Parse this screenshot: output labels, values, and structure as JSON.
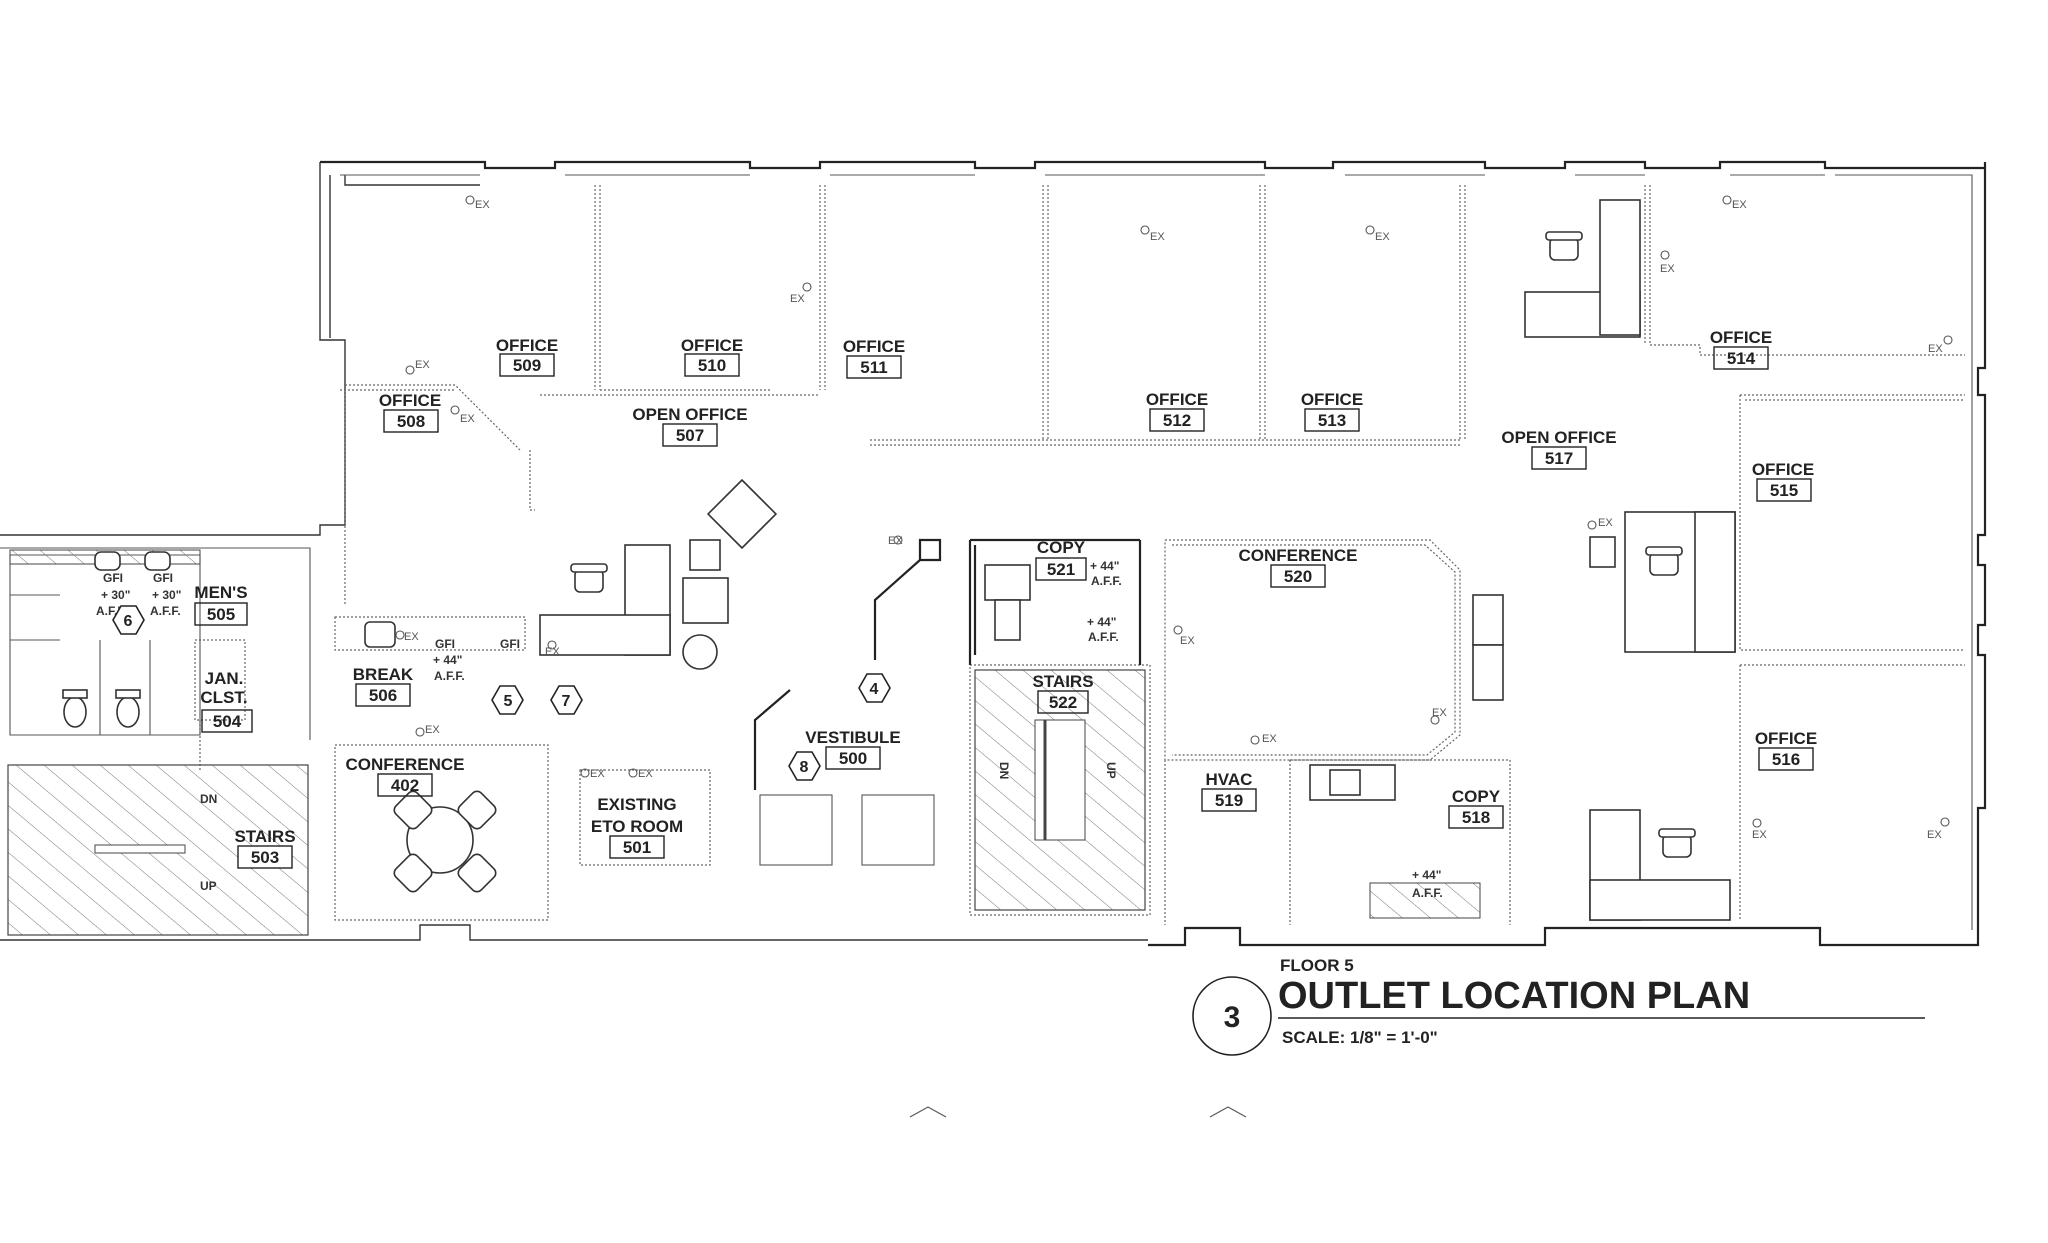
{
  "title": {
    "floor": "FLOOR 5",
    "name": "OUTLET LOCATION PLAN",
    "scale": "SCALE:  1/8\" = 1'-0\"",
    "number": "3"
  },
  "rooms": {
    "r402": {
      "name": "CONFERENCE",
      "num": "402"
    },
    "r500": {
      "name": "VESTIBULE",
      "num": "500"
    },
    "r501": {
      "name1": "EXISTING",
      "name2": "ETO ROOM",
      "num": "501"
    },
    "r503": {
      "name": "STAIRS",
      "num": "503"
    },
    "r504": {
      "name1": "JAN.",
      "name2": "CLST.",
      "num": "504"
    },
    "r505": {
      "name": "MEN'S",
      "num": "505"
    },
    "r506": {
      "name": "BREAK",
      "num": "506"
    },
    "r507": {
      "name": "OPEN OFFICE",
      "num": "507"
    },
    "r508": {
      "name": "OFFICE",
      "num": "508"
    },
    "r509": {
      "name": "OFFICE",
      "num": "509"
    },
    "r510": {
      "name": "OFFICE",
      "num": "510"
    },
    "r511": {
      "name": "OFFICE",
      "num": "511"
    },
    "r512": {
      "name": "OFFICE",
      "num": "512"
    },
    "r513": {
      "name": "OFFICE",
      "num": "513"
    },
    "r514": {
      "name": "OFFICE",
      "num": "514"
    },
    "r515": {
      "name": "OFFICE",
      "num": "515"
    },
    "r516": {
      "name": "OFFICE",
      "num": "516"
    },
    "r517": {
      "name": "OPEN OFFICE",
      "num": "517"
    },
    "r518": {
      "name": "COPY",
      "num": "518"
    },
    "r519": {
      "name": "HVAC",
      "num": "519"
    },
    "r520": {
      "name": "CONFERENCE",
      "num": "520"
    },
    "r521": {
      "name": "COPY",
      "num": "521"
    },
    "r522": {
      "name": "STAIRS",
      "num": "522"
    }
  },
  "notes": {
    "ex": "EX",
    "gfi": "GFI",
    "aff44": "+ 44\"",
    "aff30": "+ 30\"",
    "aff": "A.F.F.",
    "dn": "DN",
    "up": "UP"
  },
  "tags": [
    "4",
    "5",
    "6",
    "7",
    "8"
  ]
}
